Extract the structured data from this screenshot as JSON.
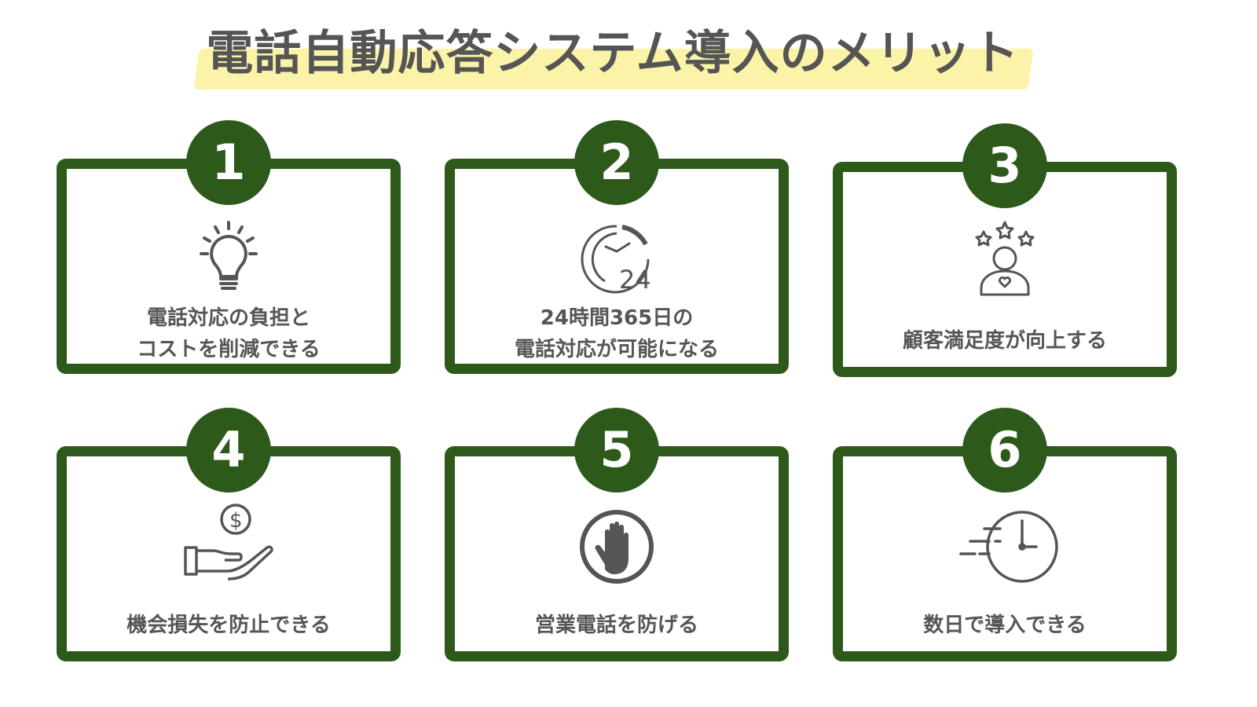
{
  "title": "電話自動応答システム導入のメリット",
  "colors": {
    "accent": "#2d5a1b",
    "text": "#555555",
    "highlight": "#fbf3a8"
  },
  "cards": [
    {
      "number": "1",
      "icon": "lightbulb-icon",
      "lines": [
        "電話対応の負担と",
        "コストを削減できる"
      ]
    },
    {
      "number": "2",
      "icon": "clock-24-icon",
      "lines": [
        "24時間365日の",
        "電話対応が可能になる"
      ]
    },
    {
      "number": "3",
      "icon": "satisfied-customer-icon",
      "lines": [
        "顧客満足度が向上する"
      ]
    },
    {
      "number": "4",
      "icon": "hand-money-icon",
      "lines": [
        "機会損失を防止できる"
      ]
    },
    {
      "number": "5",
      "icon": "stop-hand-icon",
      "lines": [
        "営業電話を防げる"
      ]
    },
    {
      "number": "6",
      "icon": "fast-clock-icon",
      "lines": [
        "数日で導入できる"
      ]
    }
  ]
}
